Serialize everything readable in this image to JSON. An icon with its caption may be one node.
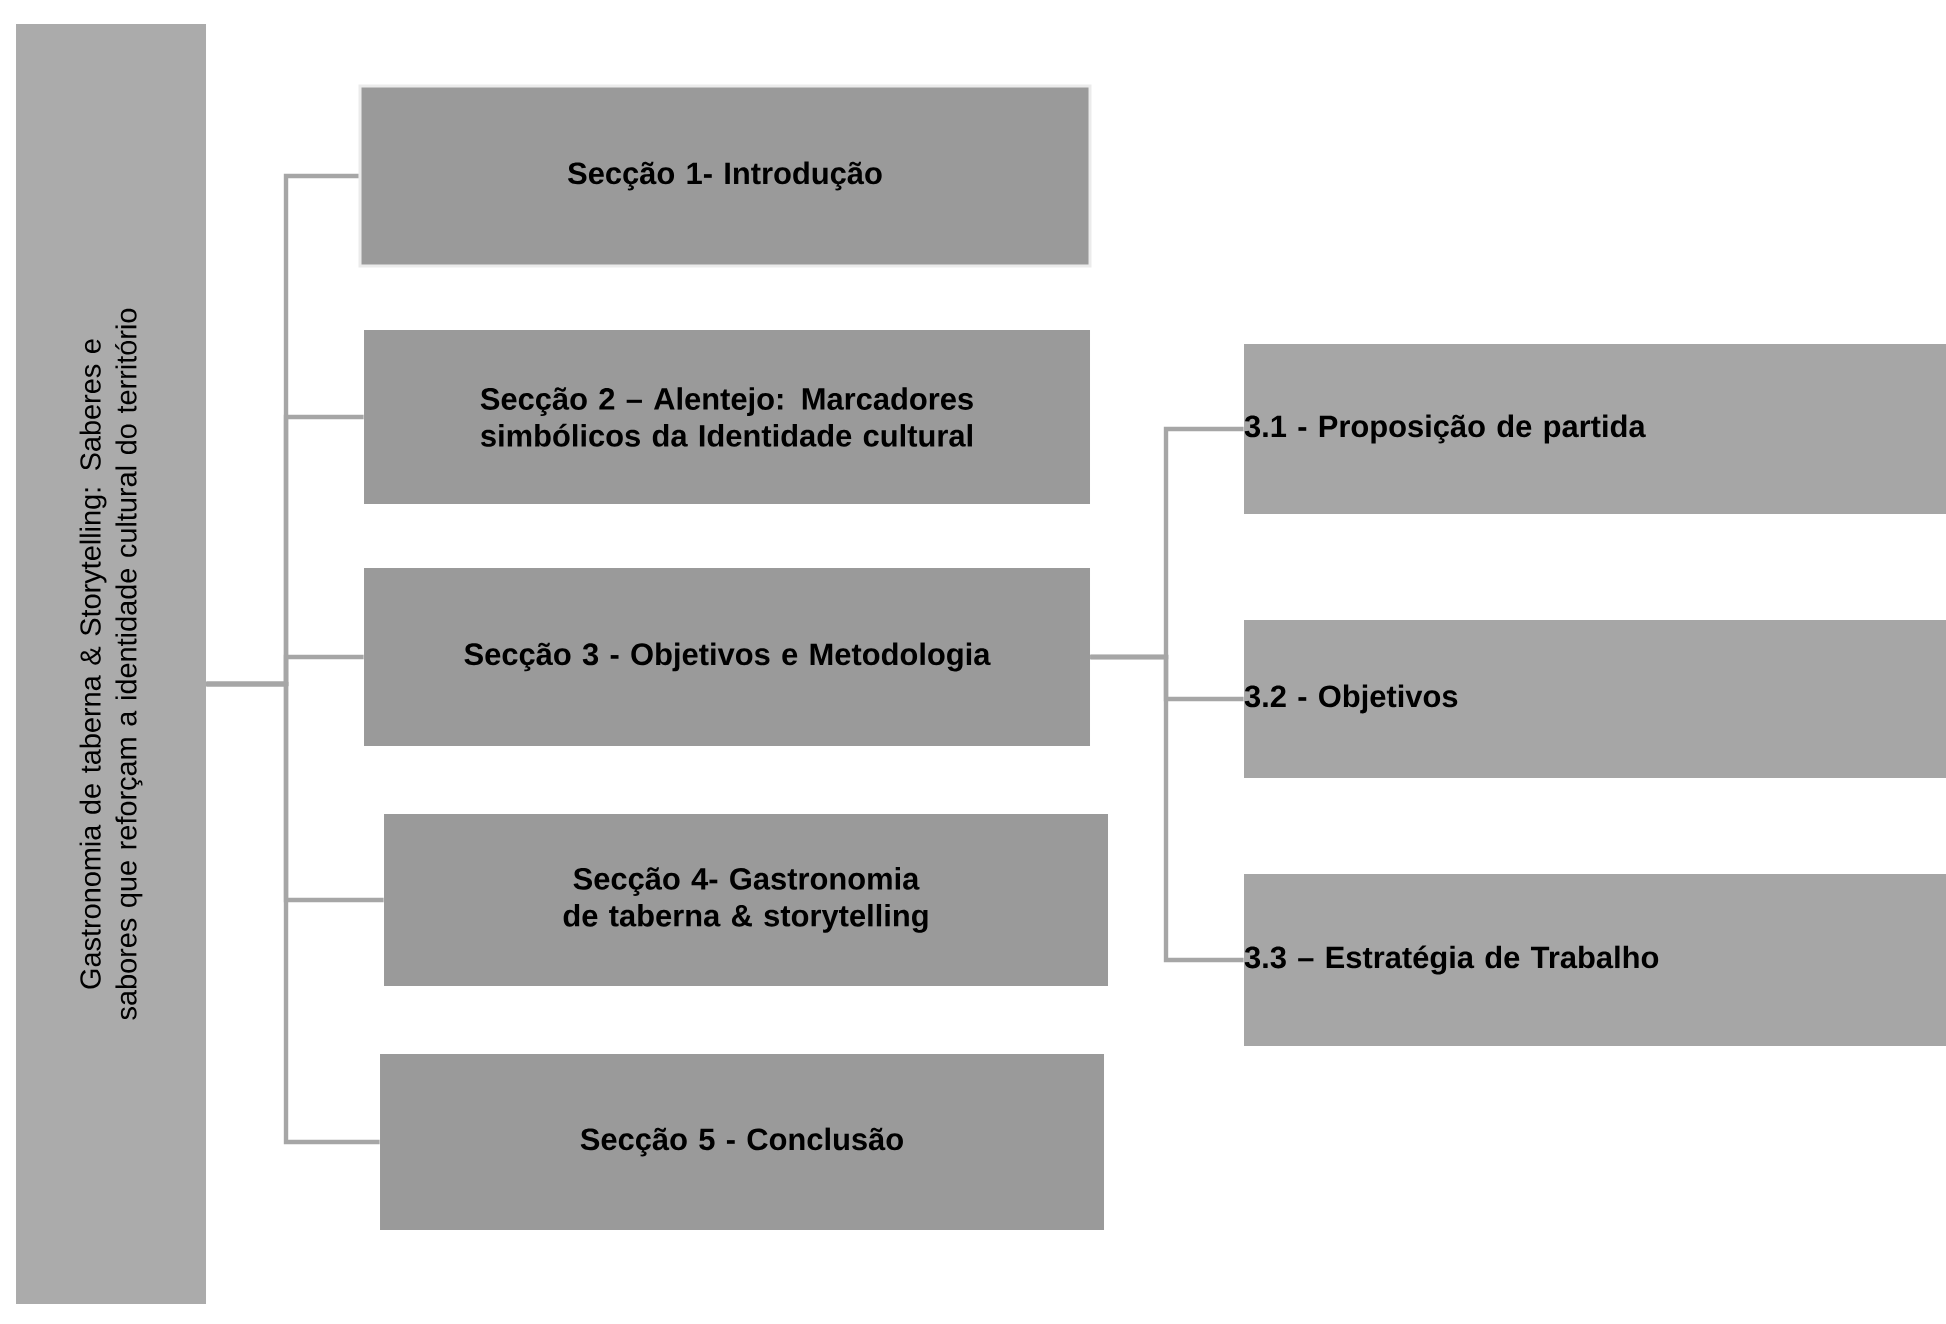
{
  "diagram": {
    "nodes": [
      {
        "text": [
          "Gastronomia de taberna & Storytelling: Saberes e sabores que reforçam a identidade cultural do território"
        ]
      },
      {
        "text": [
          "Secção 1- Introdução"
        ]
      },
      {
        "text": [
          "Secção 2 – Alentejo: Marcadores simbólicos da Identidade cultural"
        ]
      },
      {
        "text": [
          "Secção 3 - Objetivos e Metodologia"
        ]
      },
      {
        "text": [
          "Secção 4- Gastronomia de taberna & storytelling"
        ]
      },
      {
        "text": [
          "Secção 5 - Conclusão"
        ]
      },
      {
        "text": [
          "3.1 - Proposição de partida"
        ]
      },
      {
        "text": [
          "3.2 - Objetivos"
        ]
      },
      {
        "text": [
          "3.3 – Estratégia de Trabalho"
        ]
      }
    ],
    "edges": [
      {
        "from": 0,
        "to": 1,
        "arrow": "none"
      },
      {
        "from": 0,
        "to": 2,
        "arrow": "none"
      },
      {
        "from": 0,
        "to": 3,
        "arrow": "none"
      },
      {
        "from": 0,
        "to": 4,
        "arrow": "none"
      },
      {
        "from": 0,
        "to": 5,
        "arrow": "none"
      },
      {
        "from": 3,
        "to": 6,
        "arrow": "none"
      },
      {
        "from": 3,
        "to": 7,
        "arrow": "none"
      },
      {
        "from": 3,
        "to": 8,
        "arrow": "none"
      }
    ]
  }
}
